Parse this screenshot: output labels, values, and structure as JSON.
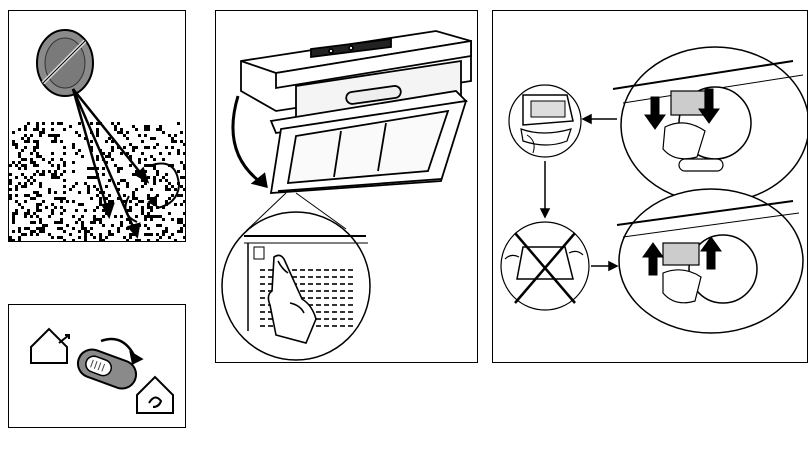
{
  "panels": [
    {
      "name": "filter-clip-panel",
      "icons": [
        "round-filter-icon",
        "arrow-icon",
        "rotate-icon",
        "dither-texture"
      ]
    },
    {
      "name": "mode-switch-panel",
      "icons": [
        "ducting-home-icon",
        "slider-switch-icon",
        "curved-arrow-icon",
        "recirculation-home-icon"
      ]
    },
    {
      "name": "hood-open-panel",
      "icons": [
        "range-hood-icon",
        "swing-arrow-icon",
        "zoom-circle",
        "finger-press-icon"
      ]
    },
    {
      "name": "filter-replace-panel",
      "icons": [
        "filter-removal-zoom",
        "grease-filter-icon",
        "no-wash-icon",
        "filter-insert-zoom",
        "flow-arrow-icon"
      ]
    }
  ],
  "colors": {
    "line": "#000000",
    "fill_gray": "#8a8a8a",
    "background": "#ffffff"
  }
}
